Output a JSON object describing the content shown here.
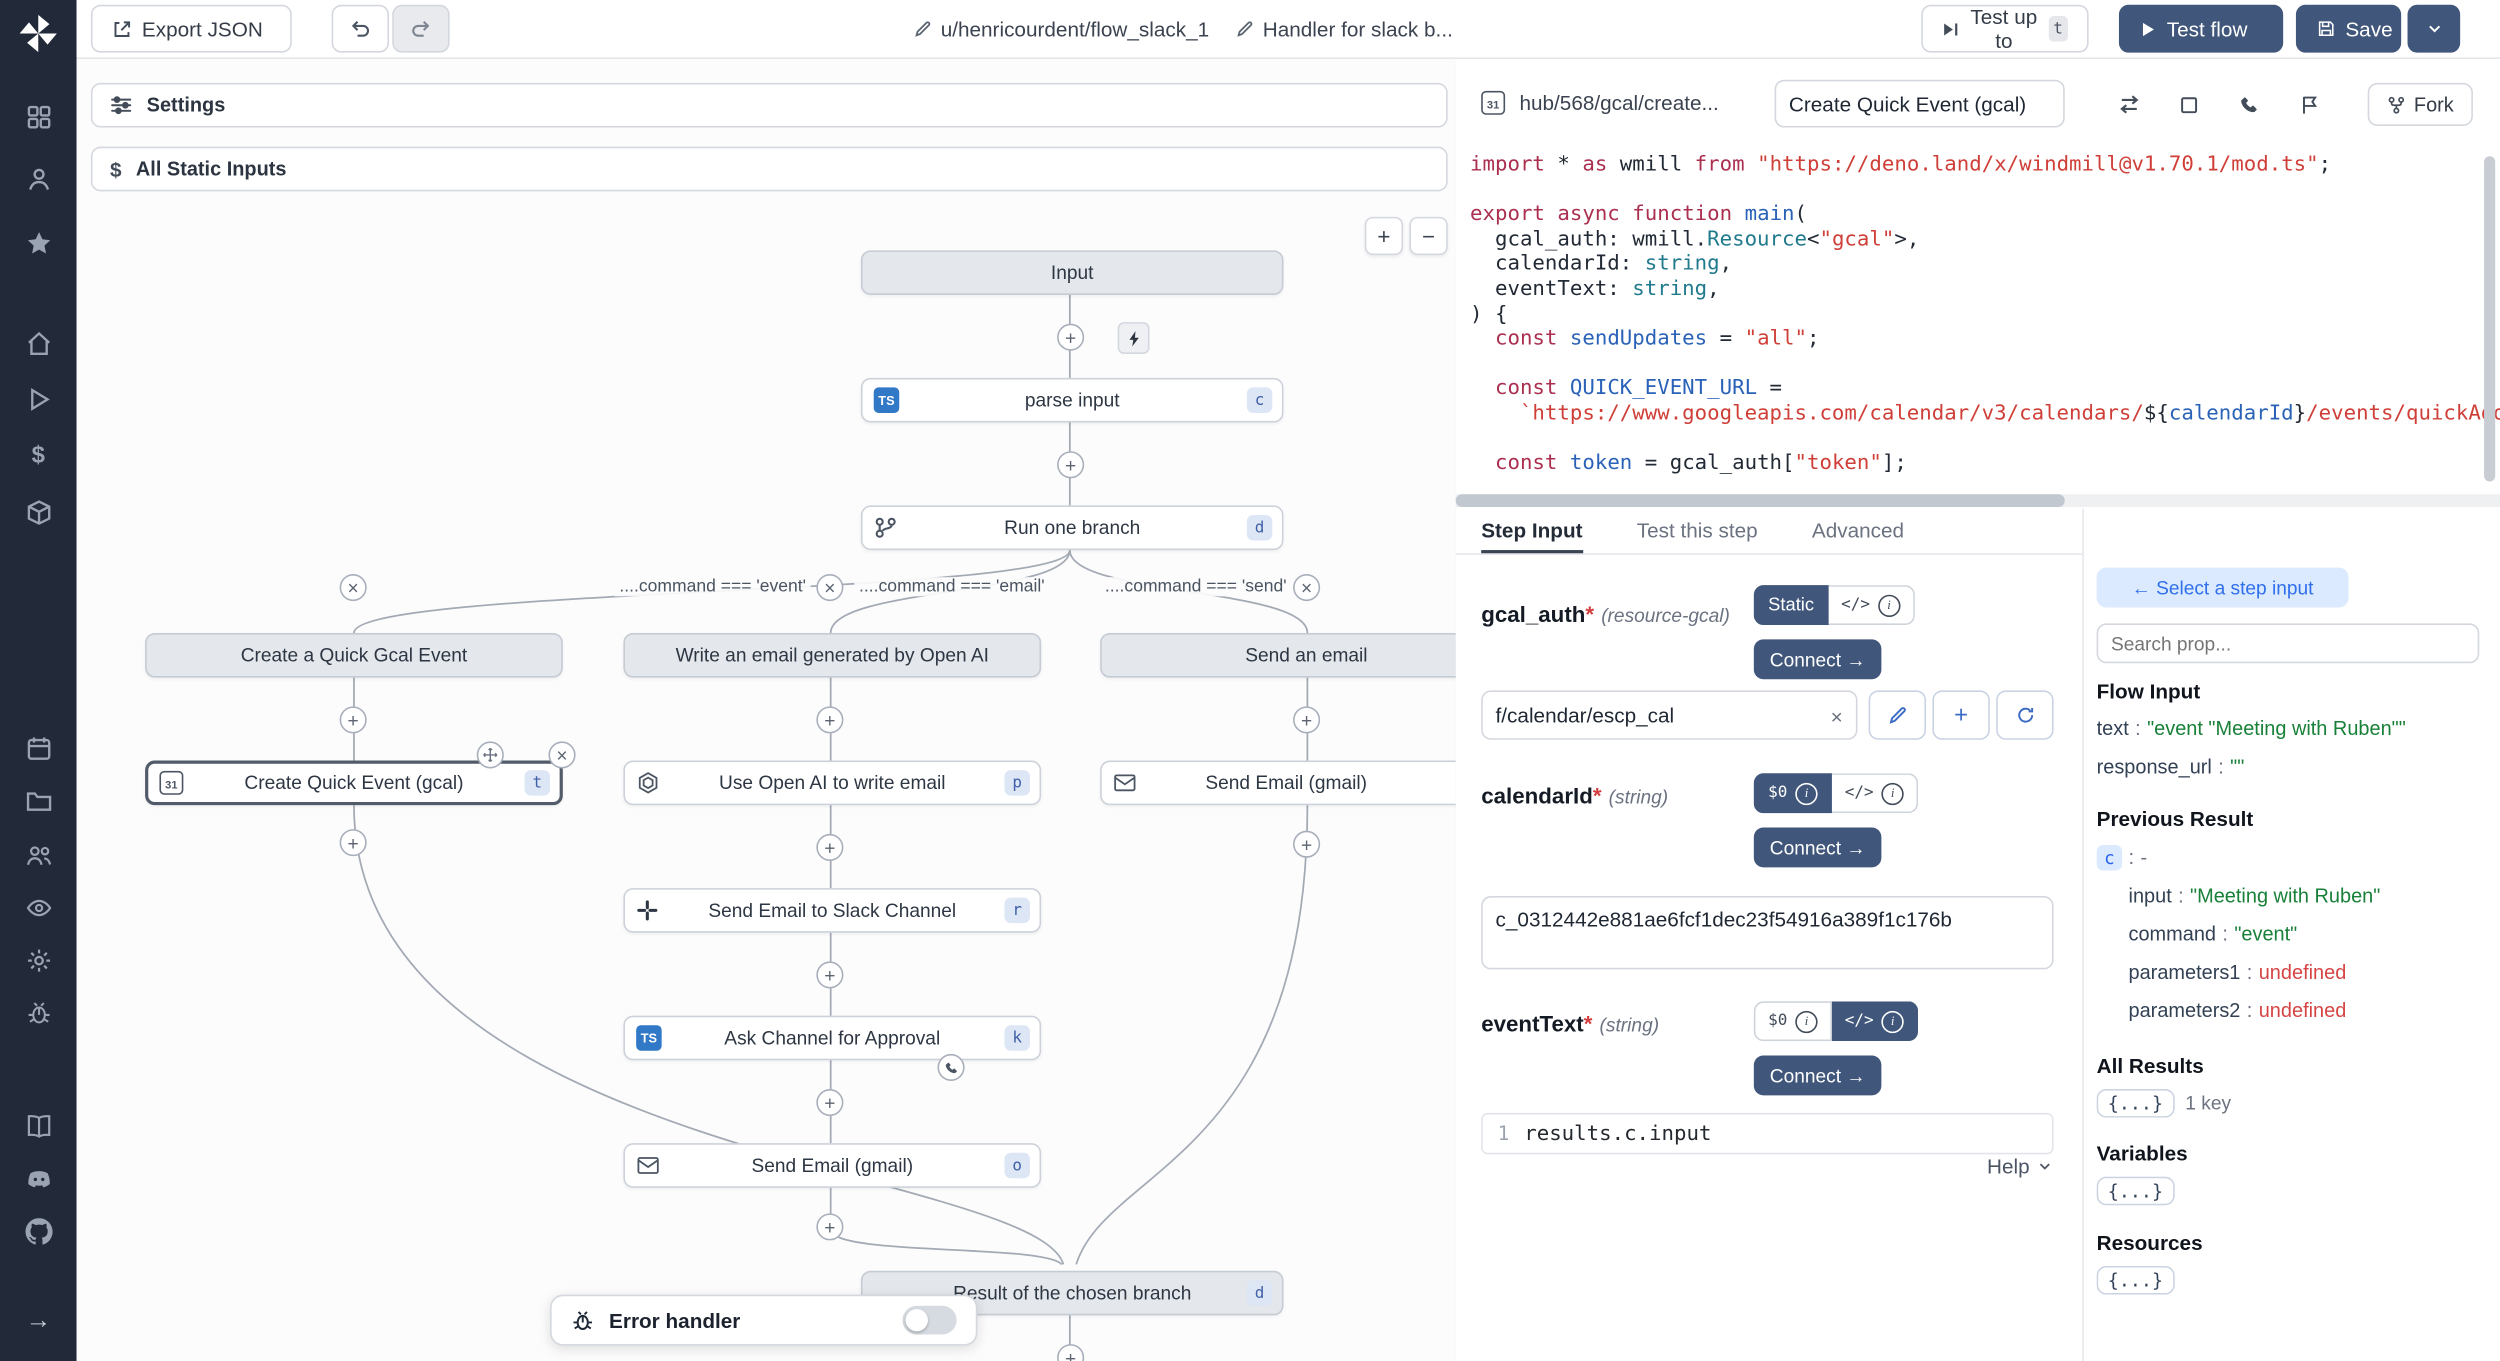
{
  "sidebar": {
    "icons": [
      "windmill-logo",
      "apps-grid",
      "user",
      "star",
      "home",
      "play",
      "dollar",
      "cube",
      "calendar",
      "folder",
      "team",
      "eye",
      "settings-gear",
      "bug",
      "docs-book",
      "discord",
      "github",
      "collapse-arrow"
    ]
  },
  "topbar": {
    "export_json": "Export JSON",
    "flow_path": "u/henricourdent/flow_slack_1",
    "flow_summary": "Handler for slack b...",
    "test_up_to": "Test up to",
    "test_up_to_key": "t",
    "test_flow": "Test flow",
    "save": "Save"
  },
  "canvas": {
    "settings_label": "Settings",
    "static_inputs_label": "All Static Inputs",
    "zoom_in": "+",
    "zoom_out": "−",
    "branch_labels": [
      "....command === 'event'",
      "....command === 'email'",
      "....command === 'send'"
    ],
    "nodes": {
      "input": "Input",
      "parse_input": {
        "label": "parse input",
        "badge": "c"
      },
      "run_one_branch": {
        "label": "Run one branch",
        "badge": "d"
      },
      "branch1_summary": "Create a Quick Gcal Event",
      "branch2_summary": "Write an email generated by Open AI",
      "branch3_summary": "Send an email",
      "create_quick_event": {
        "label": "Create Quick Event (gcal)",
        "badge": "t"
      },
      "openai_email": {
        "label": "Use Open AI to write email",
        "badge": "p"
      },
      "slack_channel": {
        "label": "Send Email to Slack Channel",
        "badge": "r"
      },
      "ask_approval": {
        "label": "Ask Channel for Approval",
        "badge": "k"
      },
      "send_gmail_2": {
        "label": "Send Email (gmail)",
        "badge": "o"
      },
      "send_gmail_3": {
        "label": "Send Email (gmail)"
      },
      "result": {
        "label": "Result of the chosen branch",
        "badge": "d"
      }
    },
    "error_handler_label": "Error handler"
  },
  "editor": {
    "script_path": "hub/568/gcal/create...",
    "step_name": "Create Quick Event (gcal)",
    "fork_label": "Fork",
    "code": [
      [
        [
          "import",
          "k"
        ],
        [
          " * ",
          "p"
        ],
        [
          "as",
          "k"
        ],
        [
          " wmill ",
          "p"
        ],
        [
          "from",
          "k"
        ],
        [
          " ",
          "p"
        ],
        [
          "\"https://deno.land/x/windmill@v1.70.1/mod.ts\"",
          "s"
        ],
        [
          ";",
          "p"
        ]
      ],
      [],
      [
        [
          "export",
          "k"
        ],
        [
          " ",
          "p"
        ],
        [
          "async",
          "k"
        ],
        [
          " ",
          "p"
        ],
        [
          "function",
          "k"
        ],
        [
          " ",
          "p"
        ],
        [
          "main",
          "f"
        ],
        [
          "(",
          "p"
        ]
      ],
      [
        [
          "  gcal_auth: wmill.",
          "p"
        ],
        [
          "Resource",
          "t"
        ],
        [
          "<",
          "p"
        ],
        [
          "\"gcal\"",
          "s"
        ],
        [
          ">,",
          "p"
        ]
      ],
      [
        [
          "  calendarId: ",
          "p"
        ],
        [
          "string",
          "t"
        ],
        [
          ",",
          "p"
        ]
      ],
      [
        [
          "  eventText: ",
          "p"
        ],
        [
          "string",
          "t"
        ],
        [
          ",",
          "p"
        ]
      ],
      [
        [
          ") {",
          "p"
        ]
      ],
      [
        [
          "  ",
          "p"
        ],
        [
          "const",
          "k"
        ],
        [
          " ",
          "p"
        ],
        [
          "sendUpdates",
          "v"
        ],
        [
          " = ",
          "p"
        ],
        [
          "\"all\"",
          "s"
        ],
        [
          ";",
          "p"
        ]
      ],
      [],
      [
        [
          "  ",
          "p"
        ],
        [
          "const",
          "k"
        ],
        [
          " ",
          "p"
        ],
        [
          "QUICK_EVENT_URL",
          "v"
        ],
        [
          " =",
          "p"
        ]
      ],
      [
        [
          "    ",
          "p"
        ],
        [
          "`https://www.googleapis.com/calendar/v3/calendars/",
          "s"
        ],
        [
          "${",
          "p"
        ],
        [
          "calendarId",
          "v"
        ],
        [
          "}",
          "p"
        ],
        [
          "/events/quickAdd",
          "s"
        ]
      ],
      [],
      [
        [
          "  ",
          "p"
        ],
        [
          "const",
          "k"
        ],
        [
          " ",
          "p"
        ],
        [
          "token",
          "v"
        ],
        [
          " = gcal_auth[",
          "p"
        ],
        [
          "\"token\"",
          "s"
        ],
        [
          "];",
          "p"
        ]
      ]
    ]
  },
  "tabs": {
    "step_input": "Step Input",
    "test_step": "Test this step",
    "advanced": "Advanced"
  },
  "step_input": {
    "gcal_auth": {
      "name": "gcal_auth",
      "req": "*",
      "type": "(resource-gcal)",
      "static_label": "Static",
      "expr_label": "</>",
      "connect_label": "Connect →",
      "value": "f/calendar/escp_cal"
    },
    "calendar_id": {
      "name": "calendarId",
      "req": "*",
      "type": "(string)",
      "static_label": "$0",
      "expr_label": "</>",
      "connect_label": "Connect →",
      "value": "c_0312442e881ae6fcf1dec23f54916a389f1c176b"
    },
    "event_text": {
      "name": "eventText",
      "req": "*",
      "type": "(string)",
      "static_label": "$0",
      "expr_label": "</>",
      "connect_label": "Connect →",
      "line_no": "1",
      "expr": "results.c.input"
    },
    "help_label": "Help"
  },
  "prop_picker": {
    "back_label": "← Select a step input",
    "search_placeholder": "Search prop...",
    "flow_input": {
      "title": "Flow Input",
      "rows": [
        {
          "key": "text",
          "value": "\"event \"Meeting with Ruben\"\""
        },
        {
          "key": "response_url",
          "value": "\"\""
        }
      ]
    },
    "previous_result": {
      "title": "Previous Result",
      "badge": "c",
      "badge_value": "-",
      "rows": [
        {
          "key": "input",
          "value": "\"Meeting with Ruben\""
        },
        {
          "key": "command",
          "value": "\"event\""
        },
        {
          "key": "parameters1",
          "value": "undefined"
        },
        {
          "key": "parameters2",
          "value": "undefined"
        }
      ]
    },
    "all_results": {
      "title": "All Results",
      "chip": "{...}",
      "meta": "1 key"
    },
    "variables": {
      "title": "Variables",
      "chip": "{...}"
    },
    "resources": {
      "title": "Resources",
      "chip": "{...}"
    }
  }
}
